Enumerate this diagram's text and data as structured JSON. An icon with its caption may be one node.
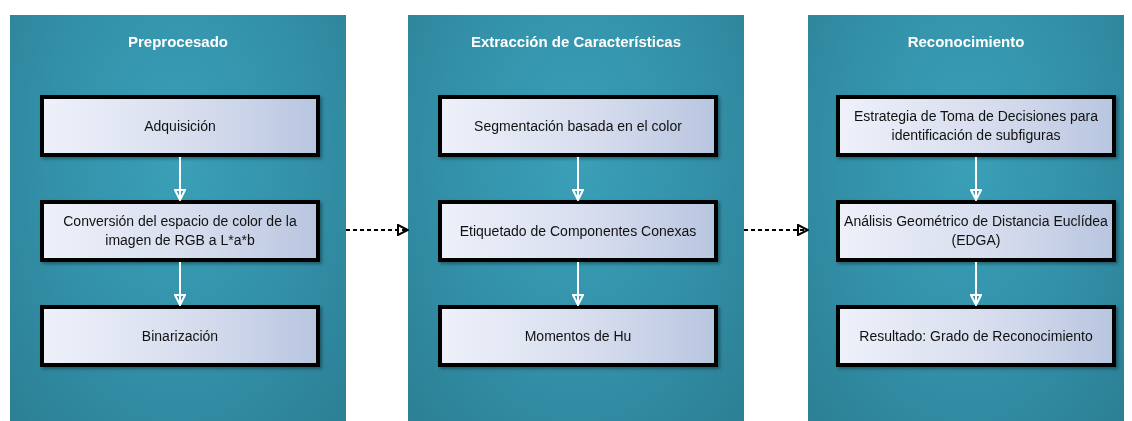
{
  "diagram": {
    "nodes": [
      {
        "text": [
          "Preprocesado"
        ]
      },
      {
        "text": [
          "Adquisición"
        ],
        "in": 0
      },
      {
        "text": [
          "Conversión del espacio de color de la imagen de RGB a L*a*b"
        ],
        "in": 0
      },
      {
        "text": [
          "Binarización"
        ],
        "in": 0
      },
      {
        "text": [
          "Extracción de Características"
        ]
      },
      {
        "text": [
          "Segmentación basada en el color"
        ],
        "in": 4
      },
      {
        "text": [
          "Etiquetado de Componentes Conexas"
        ],
        "in": 4
      },
      {
        "text": [
          "Momentos de Hu"
        ],
        "in": 4
      },
      {
        "text": [
          "Reconocimiento"
        ]
      },
      {
        "text": [
          "Estrategia de Toma de Decisiones para identificación de subfiguras"
        ],
        "in": 8
      },
      {
        "text": [
          "Análisis Geométrico de Distancia Euclídea (EDGA)"
        ],
        "in": 8
      },
      {
        "text": [
          "Resultado: Grado de Reconocimiento"
        ],
        "in": 8
      }
    ],
    "edges": [
      {
        "from": 1,
        "to": 2,
        "arrow": "to"
      },
      {
        "from": 2,
        "to": 3,
        "arrow": "to"
      },
      {
        "from": 5,
        "to": 6,
        "arrow": "to"
      },
      {
        "from": 6,
        "to": 7,
        "arrow": "to"
      },
      {
        "from": 9,
        "to": 10,
        "arrow": "to"
      },
      {
        "from": 10,
        "to": 11,
        "arrow": "to"
      },
      {
        "from": 0,
        "to": 4,
        "arrow": "to",
        "style": "dashed",
        "color": "#000000"
      },
      {
        "from": 4,
        "to": 8,
        "arrow": "to",
        "style": "dashed",
        "color": "#000000"
      }
    ]
  }
}
